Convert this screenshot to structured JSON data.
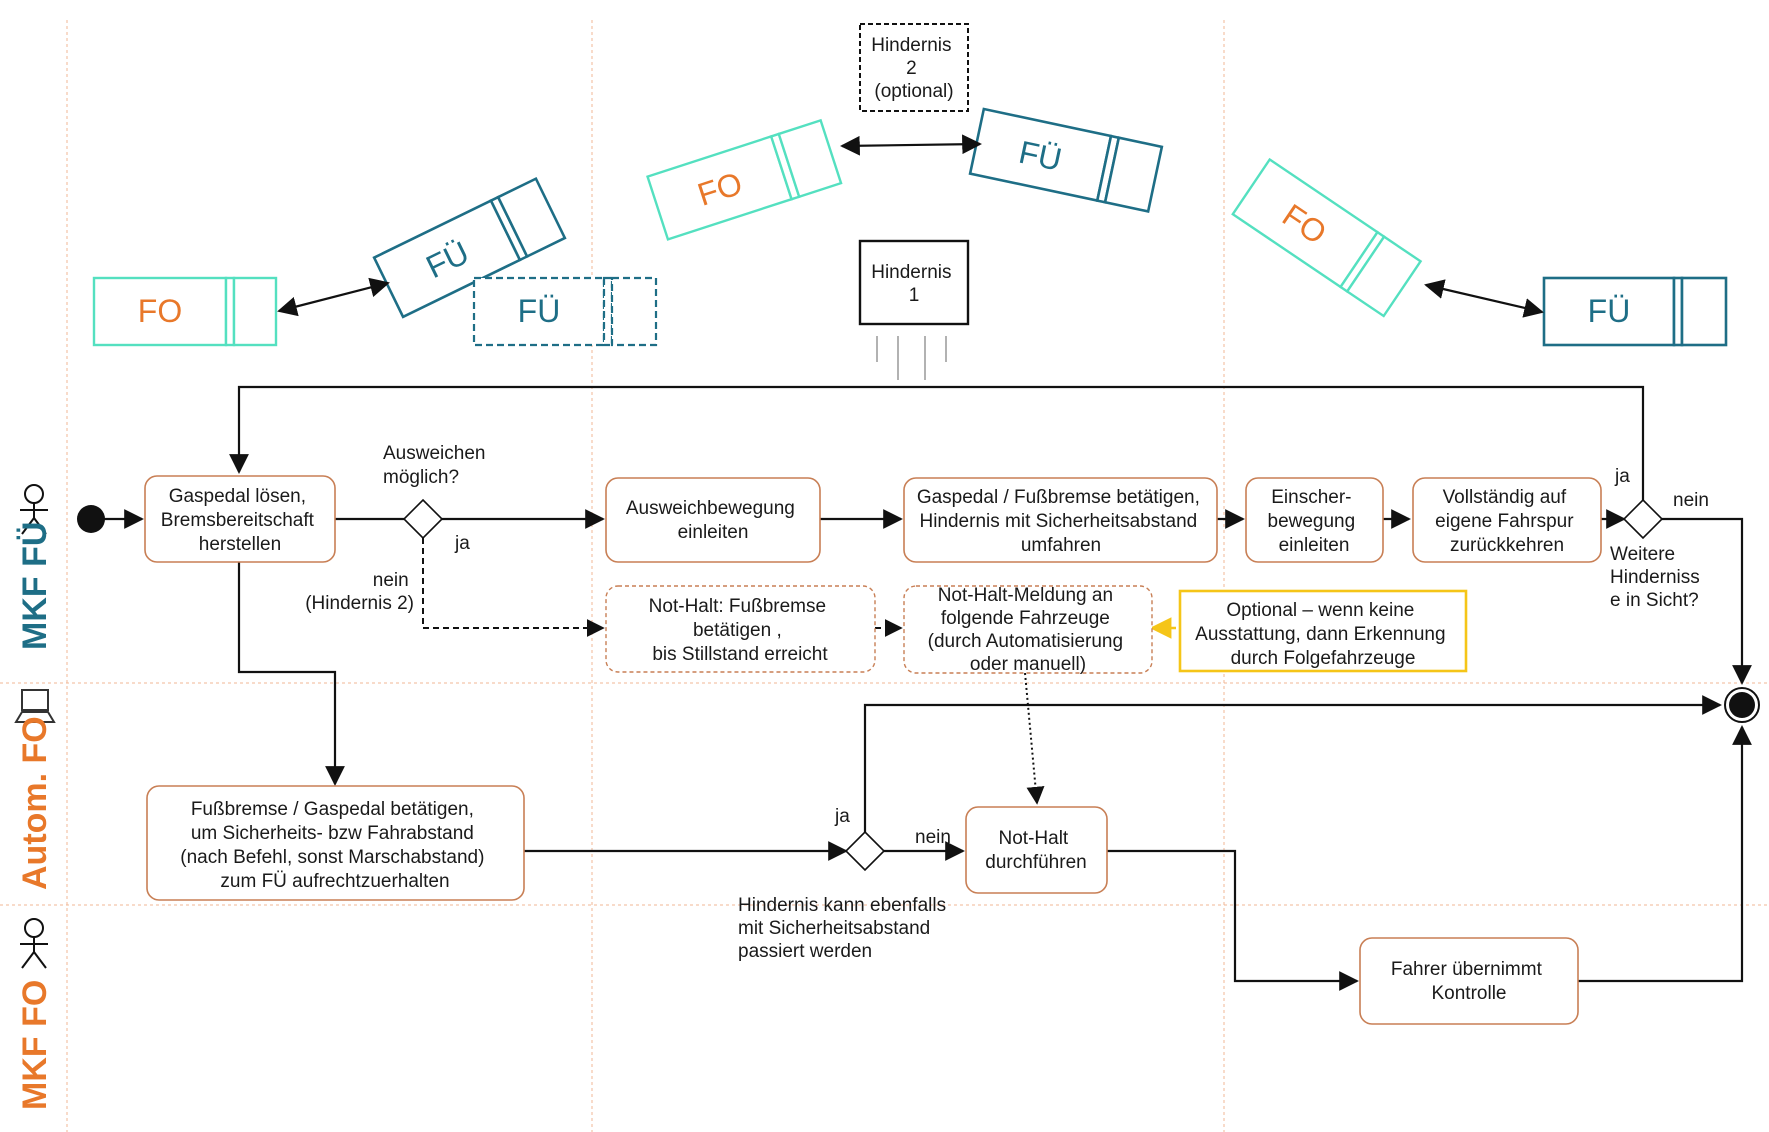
{
  "lanes": {
    "lane1": "MKF FÜ",
    "lane2": "Autom. FO",
    "lane3": "MKF FO"
  },
  "colors": {
    "fu_teal": "#1e6e86",
    "fo_mint": "#54e0c0",
    "fo_orange": "#e8782a",
    "activity_border": "#c87f55",
    "optional_yellow": "#f5c518",
    "grid": "#f2b796"
  },
  "scenario": {
    "vehicle_fo": "FO",
    "vehicle_fu": "FÜ",
    "obstacle1": [
      "Hindernis",
      "1"
    ],
    "obstacle2": [
      "Hindernis",
      "2",
      "(optional)"
    ]
  },
  "nodes": {
    "gaspedal": [
      "Gaspedal lösen,",
      "Bremsbereitschaft",
      "herstellen"
    ],
    "ausweichbewegung": [
      "Ausweichbewegung",
      "einleiten"
    ],
    "umfahren": [
      "Gaspedal / Fußbremse betätigen,",
      "Hindernis mit Sicherheitsabstand",
      "umfahren"
    ],
    "einscher": [
      "Einscher-",
      "bewegung",
      "einleiten"
    ],
    "zurueck": [
      "Vollständig auf",
      "eigene Fahrspur",
      "zurückkehren"
    ],
    "nothalt_fu": [
      "Not-Halt: Fußbremse",
      "betätigen ,",
      "bis Stillstand erreicht"
    ],
    "meldung": [
      "Not-Halt-Meldung an",
      "folgende Fahrzeuge",
      "(durch Automatisierung",
      "oder manuell)"
    ],
    "optional": [
      "Optional – wenn keine",
      "Ausstattung, dann Erkennung",
      "durch Folgefahrzeuge"
    ],
    "abstand": [
      "Fußbremse / Gaspedal betätigen,",
      "um Sicherheits- bzw Fahrabstand",
      "(nach Befehl, sonst Marschabstand)",
      "zum FÜ aufrechtzuerhalten"
    ],
    "nothalt_fo": [
      "Not-Halt",
      "durchführen"
    ],
    "fahrer": [
      "Fahrer übernimmt",
      "Kontrolle"
    ]
  },
  "decisions": {
    "ausweichen_q": [
      "Ausweichen",
      "möglich?"
    ],
    "weitere_q": [
      "Weitere",
      "Hinderniss",
      "e in Sicht?"
    ],
    "passieren_q": [
      "Hindernis kann ebenfalls",
      "mit Sicherheitsabstand",
      "passiert werden"
    ]
  },
  "edge_labels": {
    "ja": "ja",
    "nein": "nein",
    "nein_h2": [
      "nein",
      "(Hindernis 2)"
    ]
  }
}
